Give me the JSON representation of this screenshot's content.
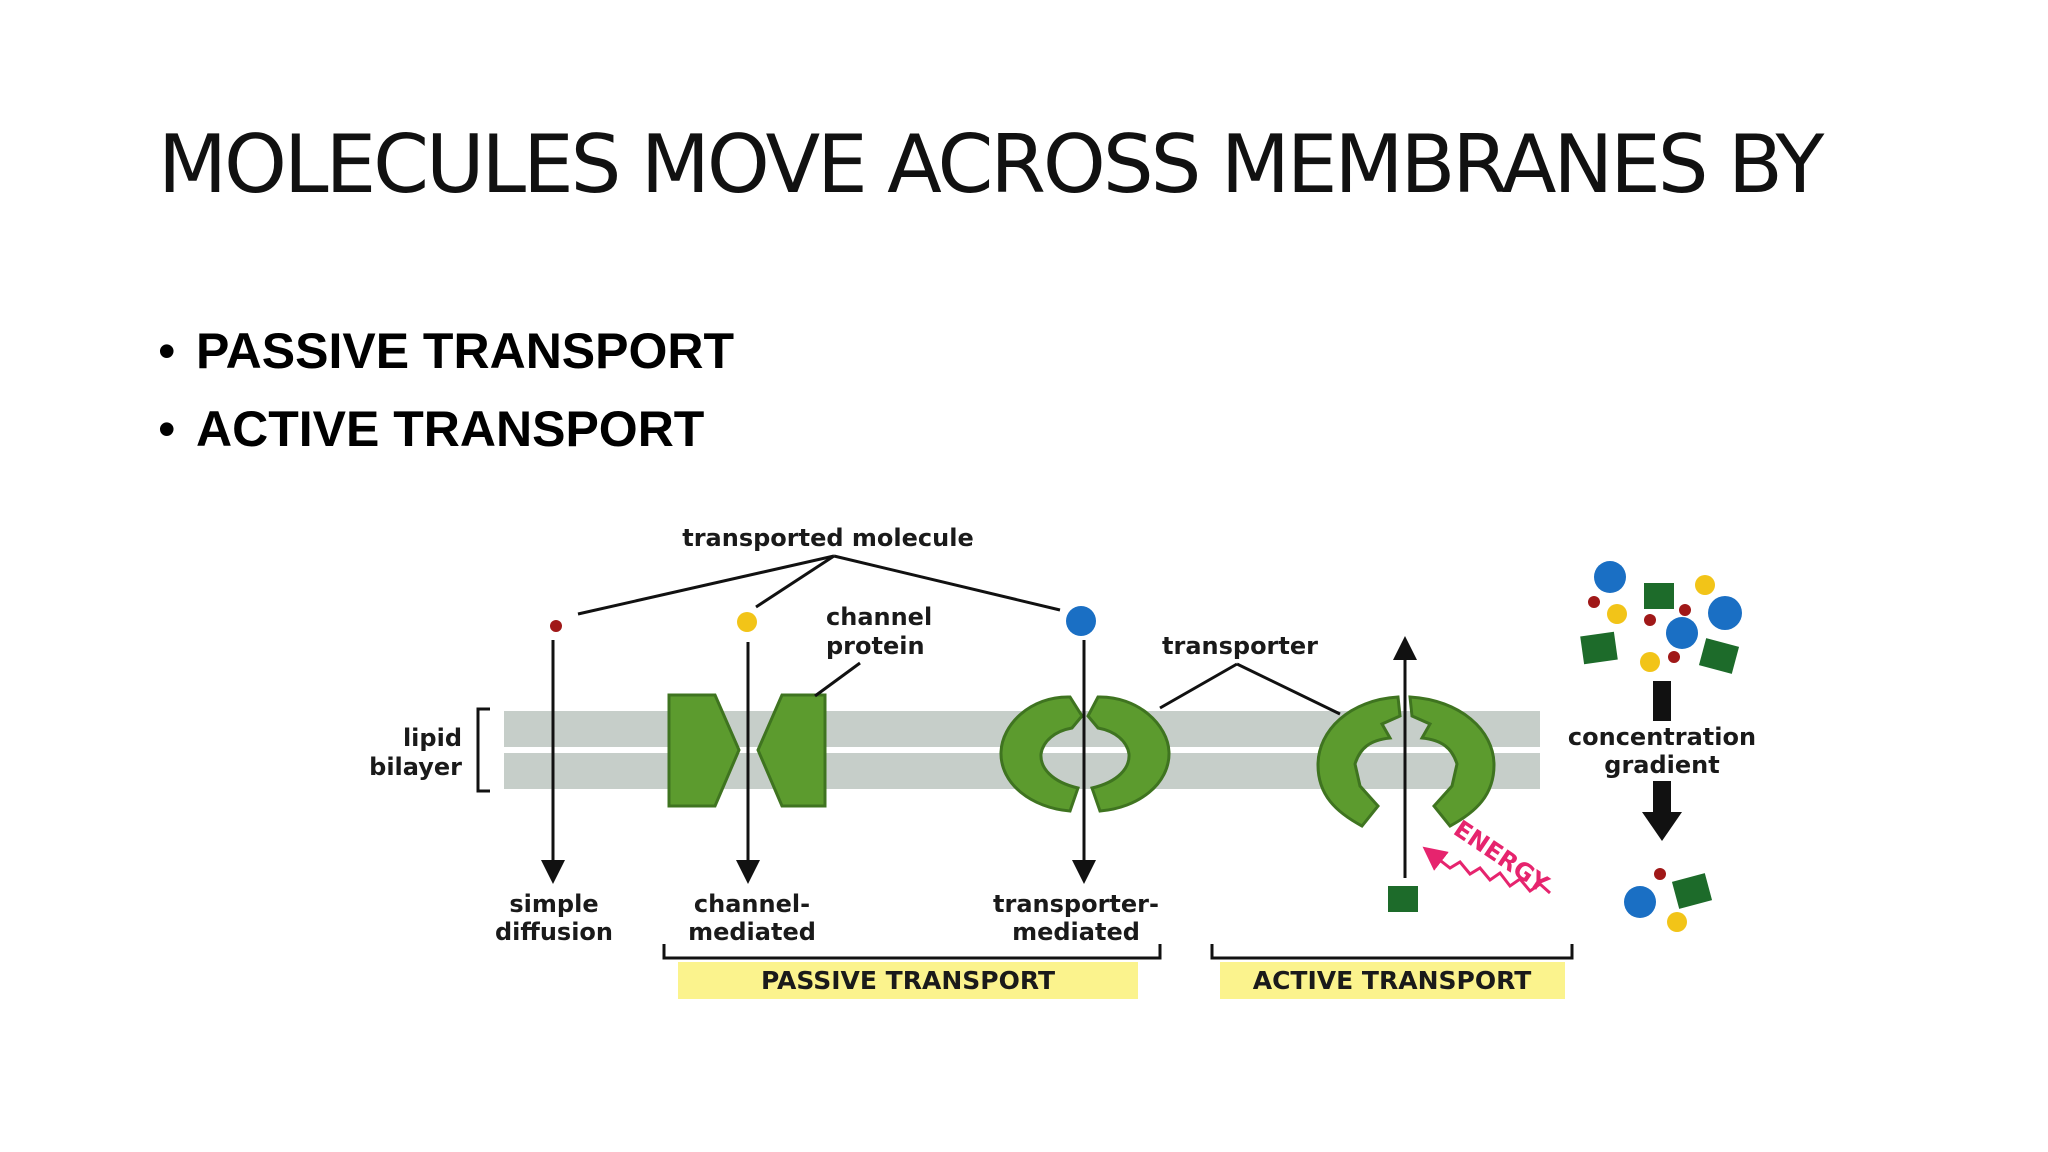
{
  "slide": {
    "title": "MOLECULES MOVE ACROSS MEMBRANES BY",
    "bullet_char": "•",
    "bullets": [
      "PASSIVE TRANSPORT",
      "ACTIVE TRANSPORT"
    ]
  },
  "diagram": {
    "labels": {
      "transported_molecule": "transported molecule",
      "channel_protein_1": "channel",
      "channel_protein_2": "protein",
      "transporter": "transporter",
      "lipid": "lipid",
      "bilayer": "bilayer",
      "concentration": "concentration",
      "gradient": "gradient",
      "simple": "simple",
      "diffusion": "diffusion",
      "channel_mediated_1": "channel-",
      "channel_mediated_2": "mediated",
      "transporter_mediated_1": "transporter-",
      "transporter_mediated_2": "mediated",
      "energy": "ENERGY",
      "passive_transport": "PASSIVE TRANSPORT",
      "active_transport": "ACTIVE TRANSPORT"
    },
    "colors": {
      "membrane": "#c6cec9",
      "protein": "#5c9b2e",
      "protein_dark": "#3f7420",
      "banner": "#fbf38d",
      "energy": "#e6246e",
      "blue_molecule": "#1a6fc4",
      "yellow_molecule": "#f2c418",
      "red_molecule": "#a01818",
      "green_molecule": "#1d6b2a"
    }
  }
}
